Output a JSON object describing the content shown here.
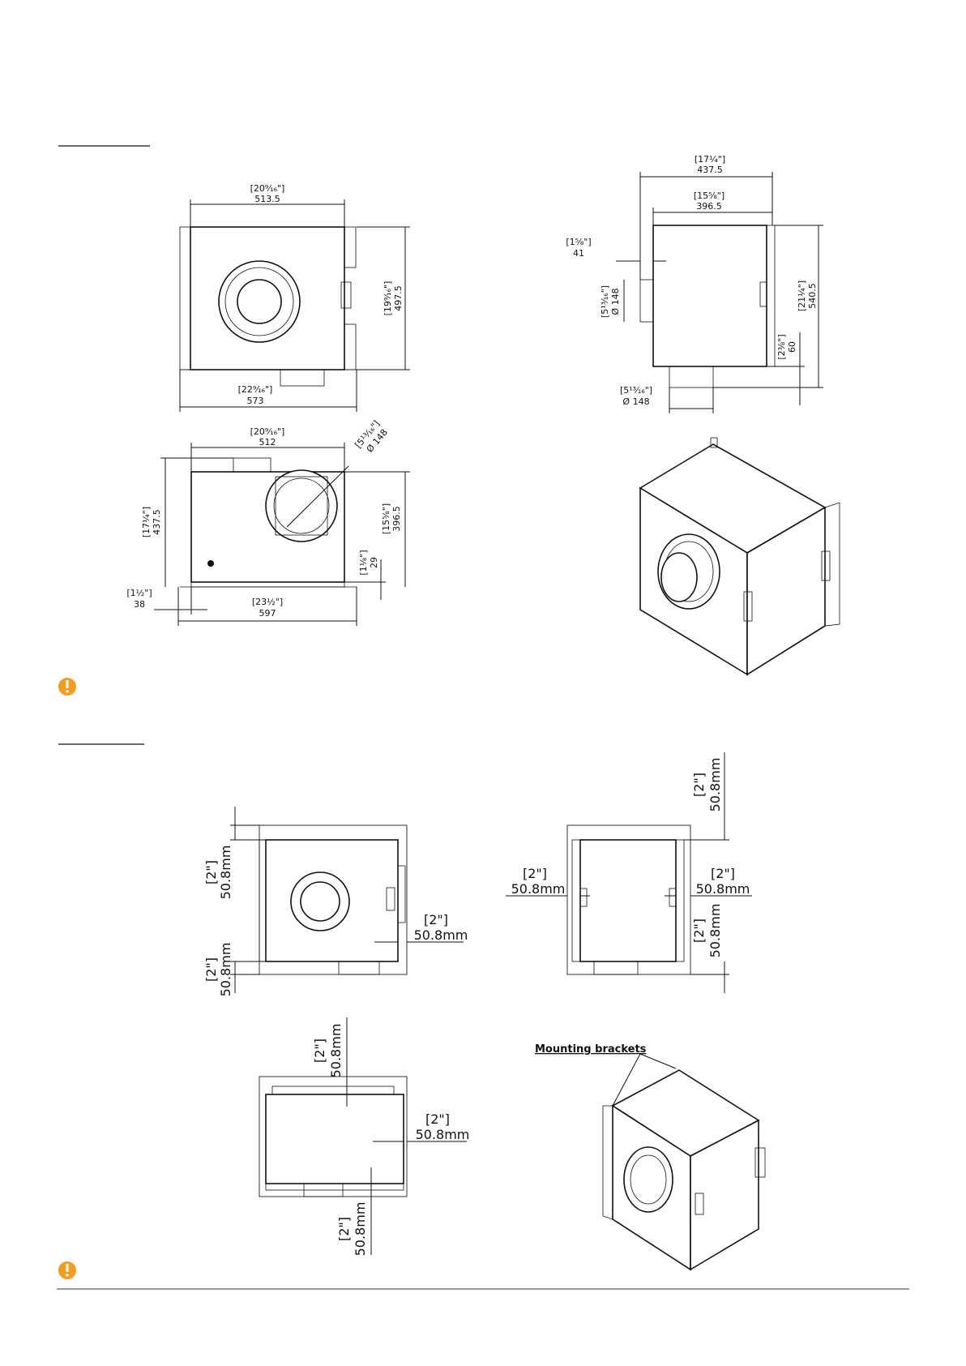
{
  "warning_color": "#f39c1f",
  "icons": {
    "warning": "exclamation-circle-icon"
  },
  "view1": {
    "top_inch": "[20⁹⁄₁₆\"]",
    "top_mm": "513.5",
    "right_inch": "[19⁹⁄₁₆\"]",
    "right_mm": "497.5",
    "bot_inch": "[22⁹⁄₁₆\"]",
    "bot_mm": "573"
  },
  "view2": {
    "top_inch": "[17¼\"]",
    "top_mm": "437.5",
    "inner_inch": "[15⅝\"]",
    "inner_mm": "396.5",
    "left_inch": "[1⅝\"]",
    "left_mm": "41",
    "dia_inch": "[5¹³⁄₁₆\"]",
    "dia_mm": "Ø 148",
    "right_inch": "[21¼\"]",
    "right_mm": "540.5",
    "small_inch": "[2⅜\"]",
    "small_mm": "60",
    "bot_inch": "[5¹³⁄₁₆\"]",
    "bot_mm": "Ø 148"
  },
  "view3": {
    "top_inch": "[20⁹⁄₁₆\"]",
    "top_mm": "512",
    "dia_inch": "[5¹³⁄₁₆\"]",
    "dia_mm": "Ø 148",
    "left_inch": "[17¼\"]",
    "left_mm": "437.5",
    "right_inch": "[15⅝\"]",
    "right_mm": "396.5",
    "small_inch": "[1⅛\"]",
    "small_mm": "29",
    "edge_inch": "[1½\"]",
    "edge_mm": "38",
    "bot_inch": "[23½\"]",
    "bot_mm": "597"
  },
  "clearance": {
    "inch": "[2\"]",
    "mm": "50.8mm"
  },
  "mounting_label": "Mounting brackets"
}
